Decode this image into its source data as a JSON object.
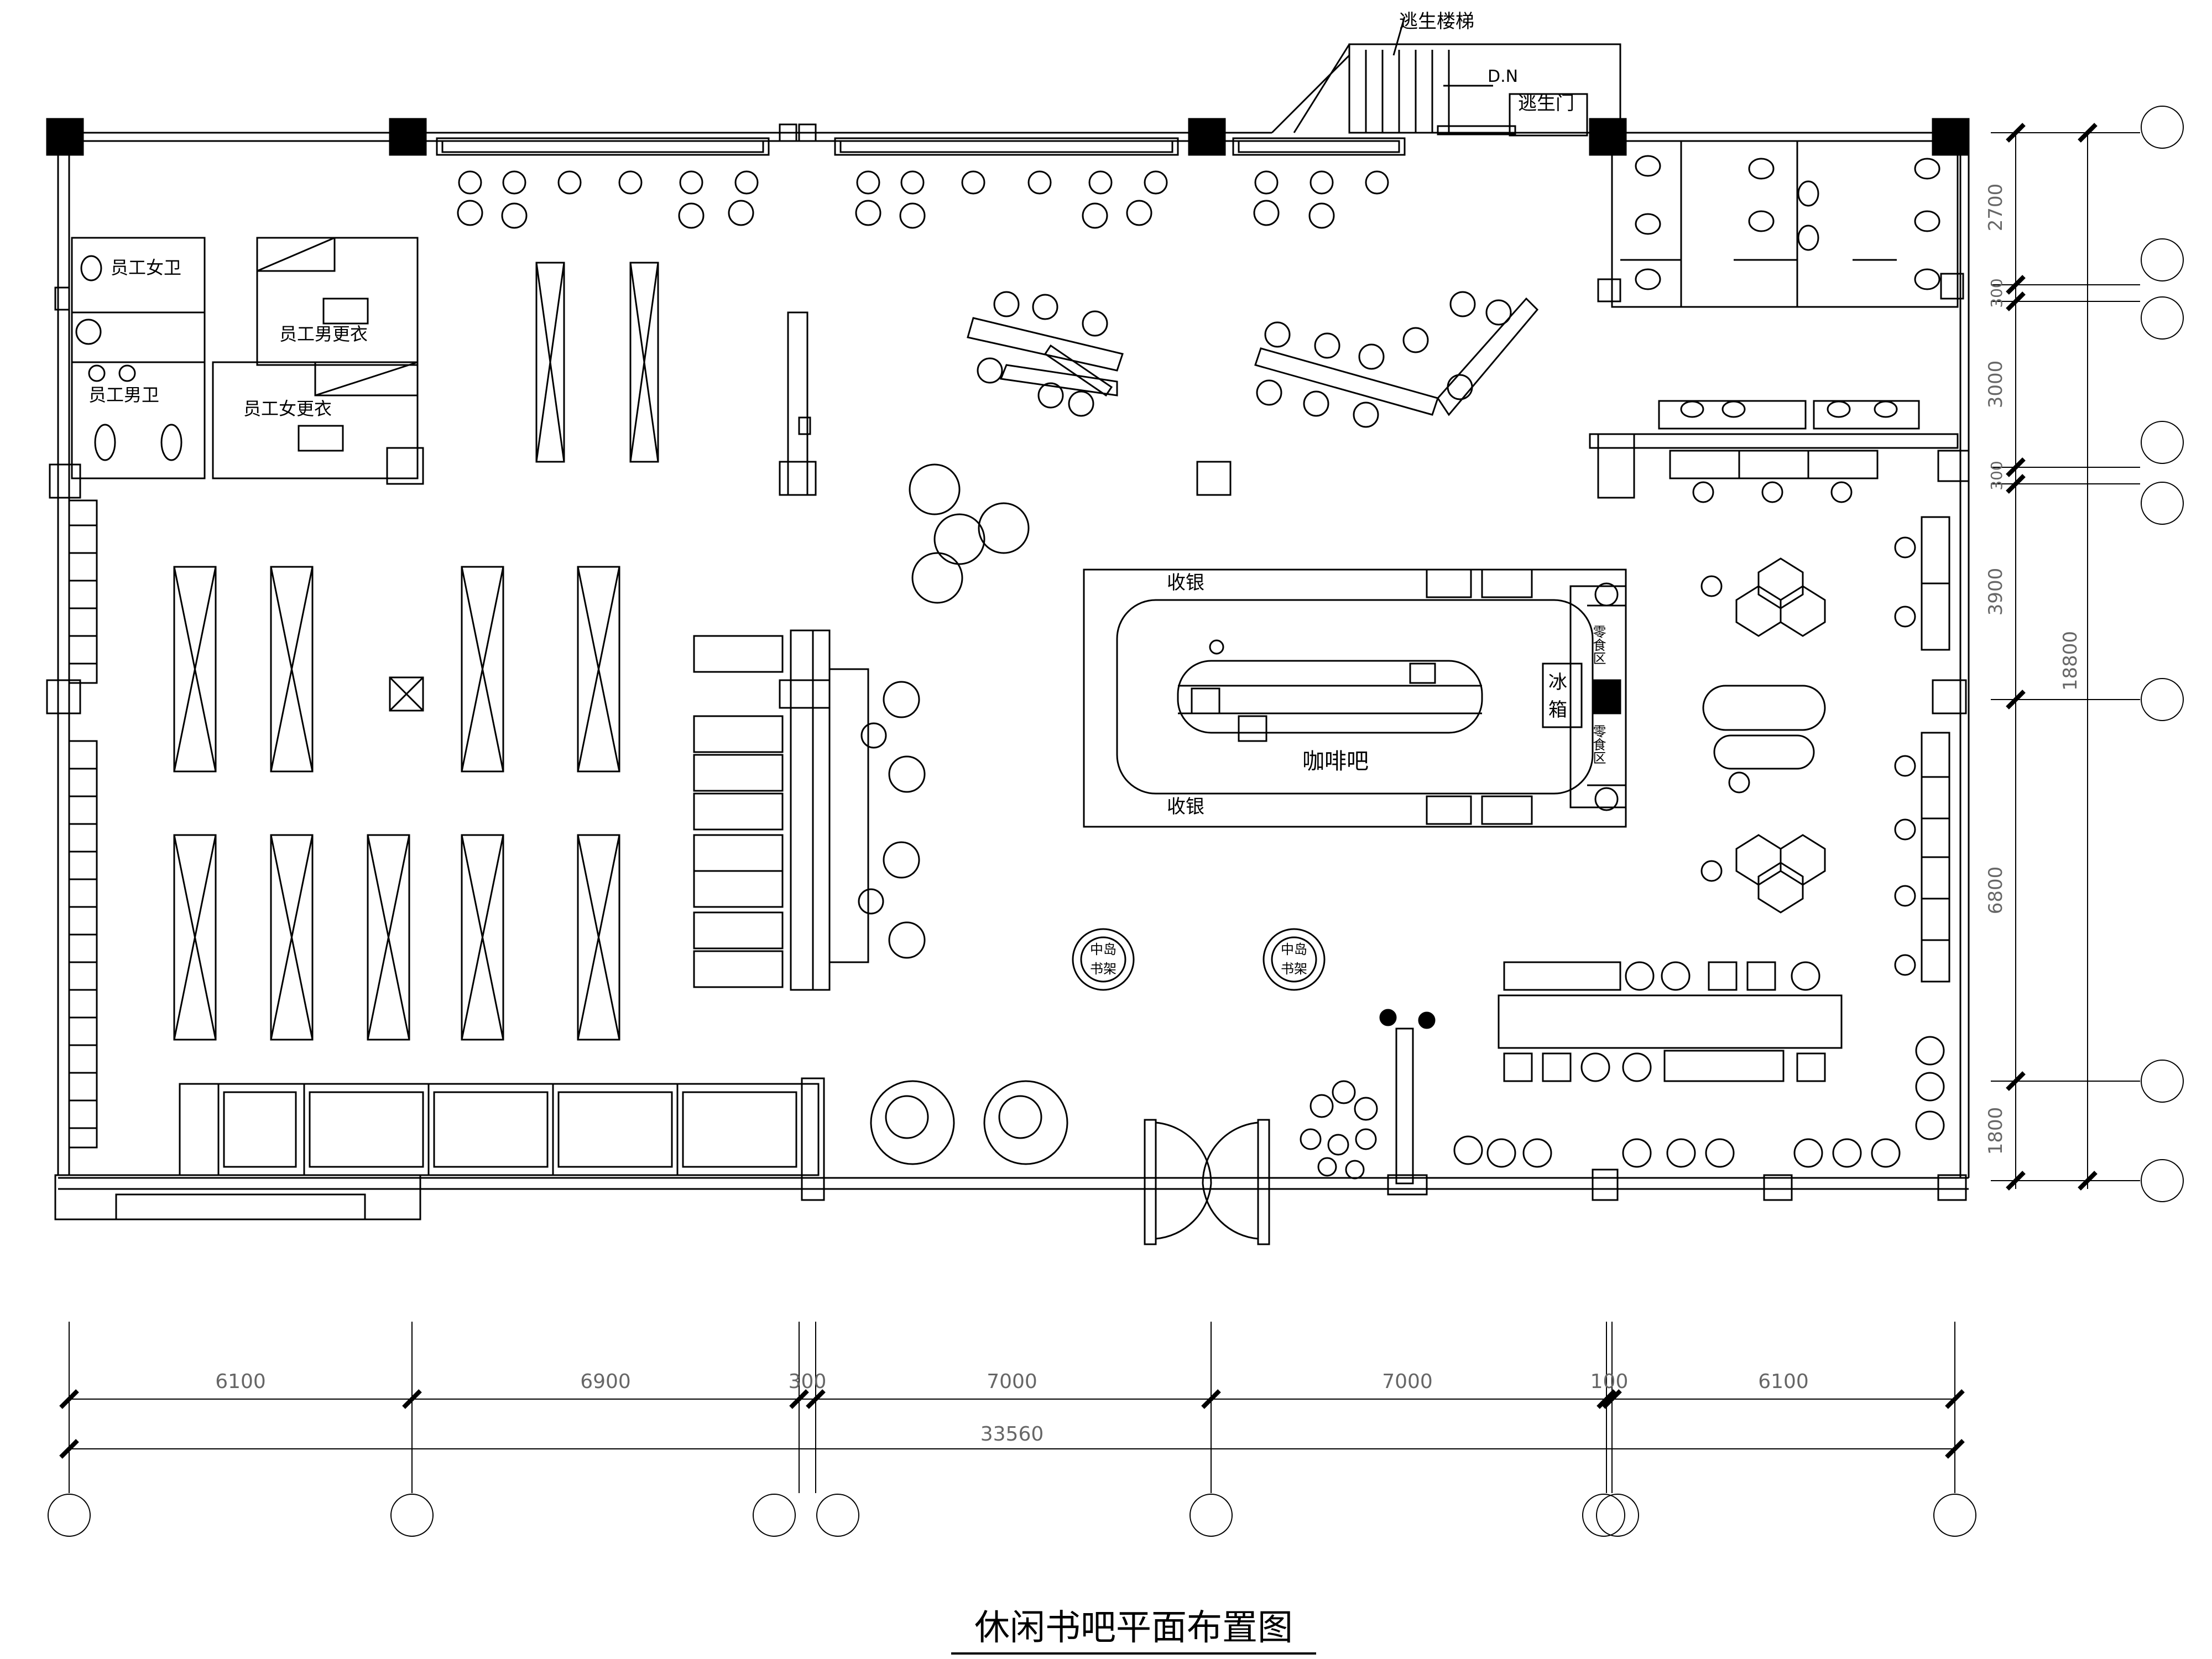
{
  "title": "休闲书吧平面布置图",
  "rooms": {
    "staff_female_wc": "员工女卫",
    "staff_male_changing": "员工男更衣",
    "staff_male_wc": "员工男卫",
    "staff_female_changing": "员工女更衣",
    "escape_stair": "逃生楼梯",
    "escape_door": "逃生门",
    "down_mark": "D.N",
    "cashier_top": "收银",
    "cashier_bottom": "收银",
    "coffee_bar": "咖啡吧",
    "fridge_1": "冰",
    "fridge_2": "箱",
    "snack_top": "零食区",
    "snack_bottom": "零食区",
    "island_shelf_a_1": "中岛",
    "island_shelf_a_2": "书架",
    "island_shelf_b_1": "中岛",
    "island_shelf_b_2": "书架"
  },
  "dimensions": {
    "horizontal": [
      "6100",
      "6900",
      "300",
      "7000",
      "7000",
      "100",
      "6100"
    ],
    "overall_horizontal": "33560",
    "vertical": [
      "2700",
      "300",
      "3000",
      "300",
      "3900",
      "6800",
      "1800"
    ],
    "overall_vertical": "18800"
  },
  "colors": {
    "line": "#000000",
    "dimension_text": "#666666",
    "background": "#ffffff"
  }
}
